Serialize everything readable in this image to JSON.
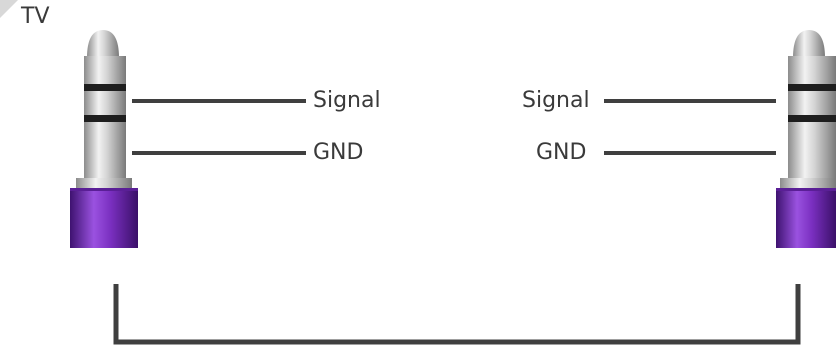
{
  "title": "TV",
  "left_plug": {
    "labels": {
      "signal": "Signal",
      "gnd": "GND"
    }
  },
  "right_plug": {
    "labels": {
      "signal": "Signal",
      "gnd": "GND"
    }
  },
  "colors": {
    "plug_body": "#7a2fc0",
    "plug_metal": "#c9c9c9",
    "line": "#3f3f3f",
    "text": "#3a3a3a"
  },
  "icons": {
    "plug": "audio-jack-plug-icon"
  }
}
